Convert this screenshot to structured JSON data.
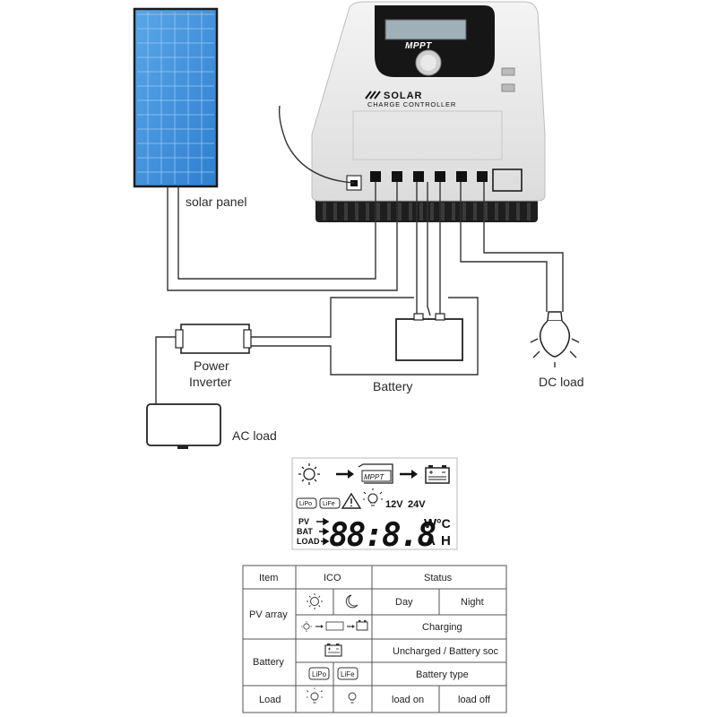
{
  "controller": {
    "lcd_brand": "MPPT",
    "title_line1": "SOLAR",
    "title_line2": "CHARGE CONTROLLER"
  },
  "labels": {
    "solar_panel": "solar panel",
    "power_inverter_line1": "Power",
    "power_inverter_line2": "Inverter",
    "battery": "Battery",
    "dc_load": "DC load",
    "ac_load": "AC load"
  },
  "lcd": {
    "mppt": "MPPT",
    "lipo": "LiPo",
    "life": "LiFe",
    "v12": "12V",
    "v24": "24V",
    "pv": "PV",
    "bat": "BAT",
    "load": "LOAD",
    "digits": "88:8.8",
    "unit_w": "W",
    "unit_c": "°C",
    "unit_a": "A",
    "unit_h": "H"
  },
  "table": {
    "headers": {
      "item": "Item",
      "ico": "ICO",
      "status": "Status"
    },
    "pv_array": "PV array",
    "day": "Day",
    "night": "Night",
    "charging": "Charging",
    "battery": "Battery",
    "uncharged": "Uncharged / Battery soc",
    "battery_type": "Battery type",
    "lipo": "LiPo",
    "life": "LiFe",
    "load": "Load",
    "load_on": "load on",
    "load_off": "load off"
  }
}
